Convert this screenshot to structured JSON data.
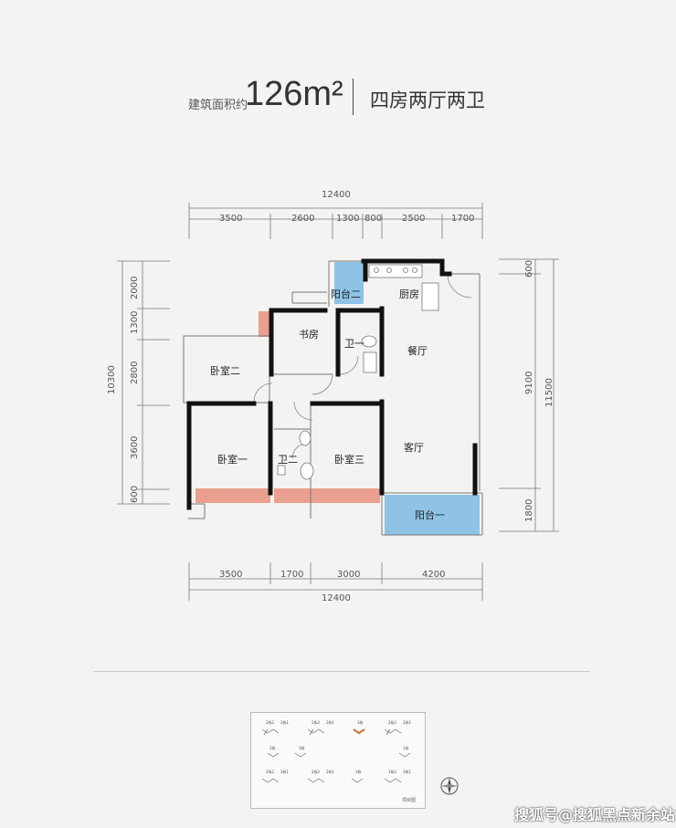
{
  "header": {
    "area_label": "建筑面积约",
    "area_value": "126m²",
    "layout_type": "四房两厅两卫"
  },
  "dimensions": {
    "top_total": "12400",
    "top_segments": [
      "3500",
      "2600",
      "1300",
      "800",
      "2500",
      "1700"
    ],
    "bottom_total": "12400",
    "bottom_segments": [
      "3500",
      "1700",
      "3000",
      "4200"
    ],
    "left_total": "10300",
    "left_segments": [
      "2000",
      "1300",
      "2800",
      "3600",
      "600"
    ],
    "right_total": "11500",
    "right_inner": "9100",
    "right_segments": [
      "600",
      "1800"
    ]
  },
  "rooms": {
    "balcony2": "阳台二",
    "kitchen": "厨房",
    "study": "书房",
    "bath1": "卫一",
    "dining": "餐厅",
    "bedroom2": "卧室二",
    "bedroom1": "卧室一",
    "bath2": "卫二",
    "bedroom3": "卧室三",
    "living": "客厅",
    "balcony1": "阳台一"
  },
  "colors": {
    "wall": "#111111",
    "balcony": "#8ec3e6",
    "window": "#e9a08e"
  },
  "site_plan": {
    "legend": "项目图",
    "buildings": [
      "2栋2",
      "3栋1",
      "2栋2",
      "2栋1",
      "3栋",
      "2栋2",
      "2栋1",
      "2栋",
      "3栋",
      "1栋",
      "2栋2",
      "3栋1",
      "2栋2",
      "2栋1",
      "3栋",
      "1栋2",
      "3栋1"
    ]
  },
  "watermark": "搜狐号@搜狐黑点新余站"
}
